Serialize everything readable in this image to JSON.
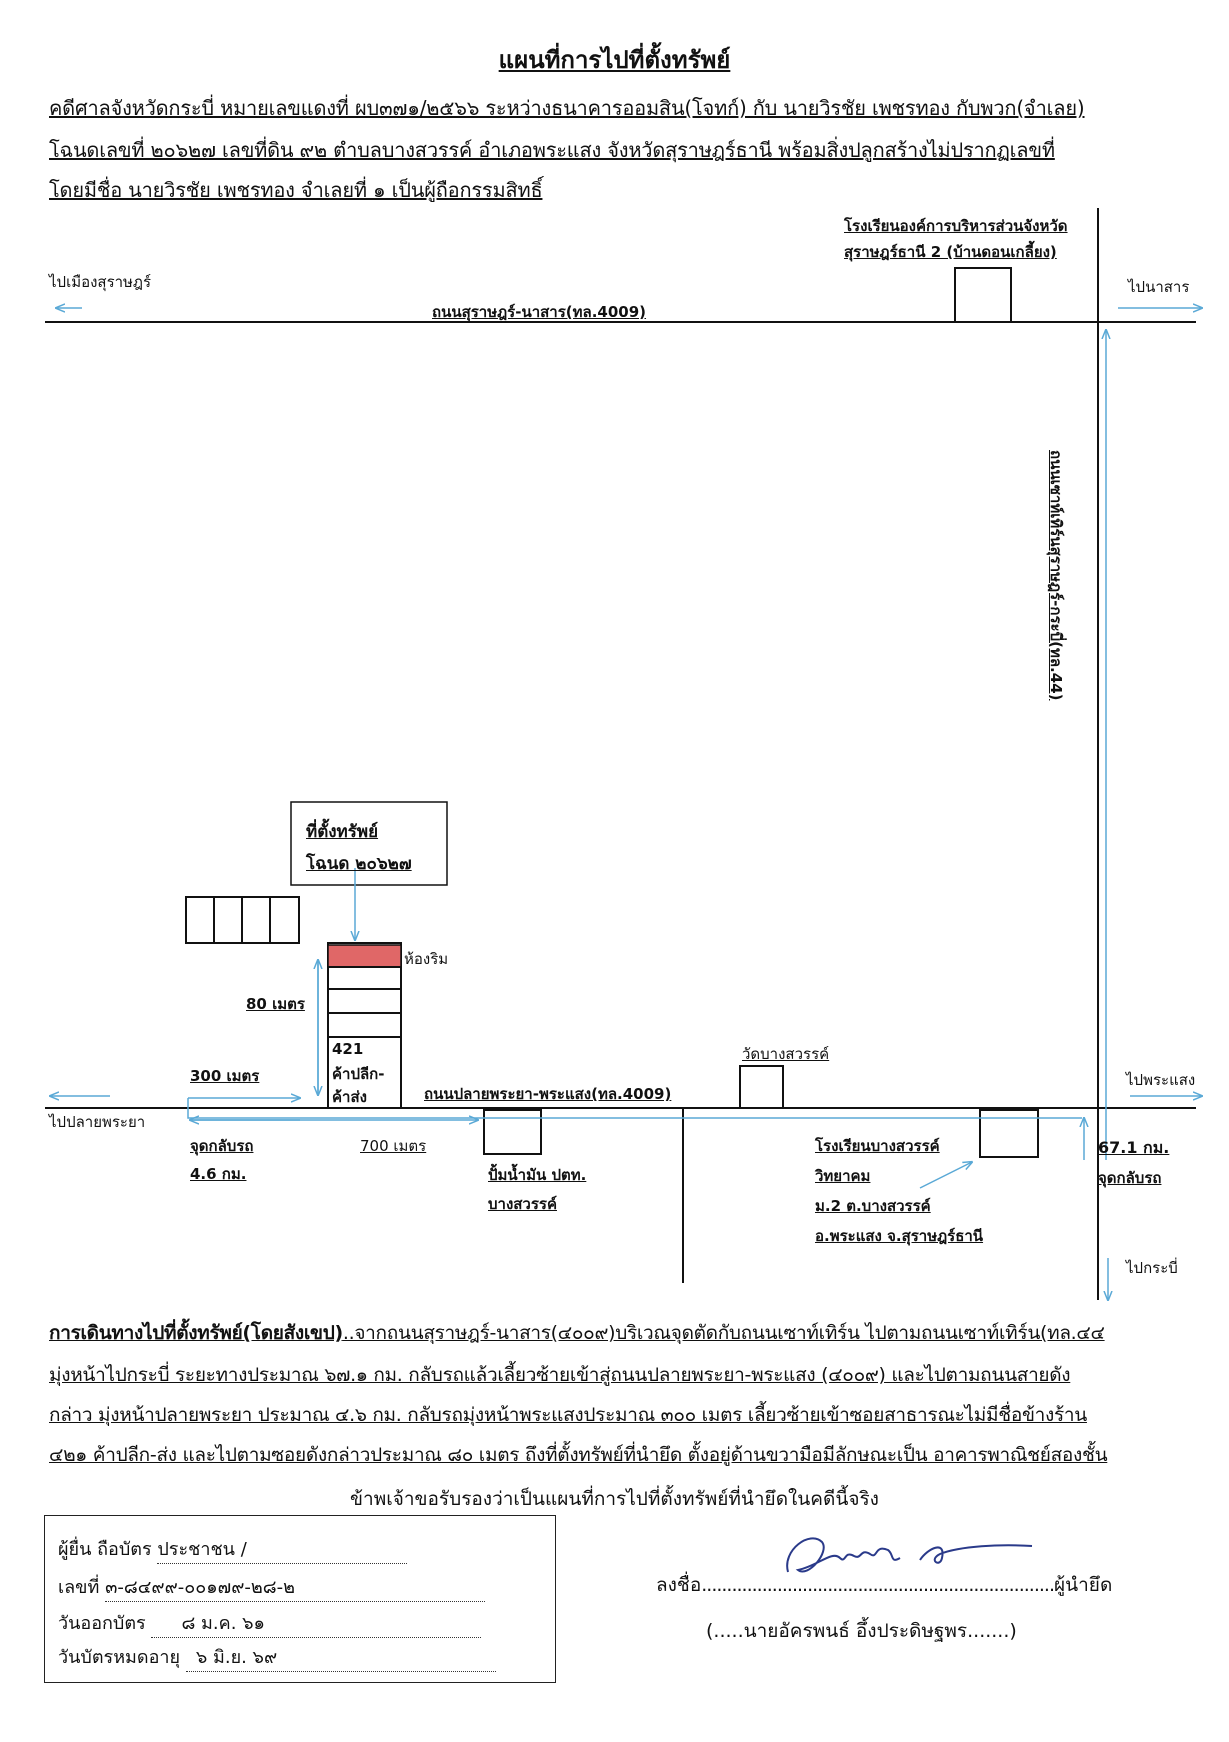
{
  "title": "แผนที่การไปที่ตั้งทรัพย์",
  "header_lines": [
    "คดีศาลจังหวัดกระบี่ หมายเลขแดงที่ ผบ๓๗๑/๒๕๖๖ ระหว่างธนาคารออมสิน(โจทก์) กับ นายวิรชัย เพชรทอง กับพวก(จำเลย)",
    "โฉนดเลขที่ ๒๐๖๒๗ เลขที่ดิน ๙๒ ตำบลบางสวรรค์ อำเภอพระแสง จังหวัดสุราษฎร์ธานี พร้อมสิ่งปลูกสร้างไม่ปรากฏเลขที่",
    "โดยมีชื่อ นายวิรชัย เพชรทอง จำเลยที่ ๑ เป็นผู้ถือกรรมสิทธิ์"
  ],
  "map": {
    "school_top": [
      "โรงเรียนองค์การบริหารส่วนจังหวัด",
      "สุราษฎร์ธานี 2 (บ้านดอนเกลี้ยง)"
    ],
    "to_surat": "ไปเมืองสุราษฎร์",
    "to_nasan": "ไปนาสาร",
    "road_top": "ถนนสุราษฎร์-นาสาร(ทล.4009)",
    "road_vertical": "ถนนเซาท์เทิร์นสุราษฎร์-กระบี่(ทล.44)",
    "property_box": [
      "ที่ตั้งทรัพย์",
      "โฉนด ๒๐๖๒๗"
    ],
    "corner_room": "ห้องริม",
    "dist_80": "80 เมตร",
    "shop_label": [
      "421",
      "ค้าปลีก-",
      "ค้าส่ง"
    ],
    "dist_300": "300 เมตร",
    "road_bottom": "ถนนปลายพระยา-พระแสง(ทล.4009)",
    "temple": "วัดบางสวรรค์",
    "to_phrasaeng": "ไปพระแสง",
    "to_plaiphraya": "ไปปลายพระยา",
    "uturn_left": [
      "จุดกลับรถ",
      "4.6 กม."
    ],
    "dist_700": "700 เมตร",
    "gas_station": [
      "ปั้มน้ำมัน ปตท.",
      "บางสวรรค์"
    ],
    "school_bottom": [
      "โรงเรียนบางสวรรค์",
      "วิทยาคม",
      "ม.2 ต.บางสวรรค์",
      "อ.พระแสง จ.สุราษฎร์ธานี"
    ],
    "uturn_right": [
      "67.1 กม.",
      "จุดกลับรถ"
    ],
    "to_krabi": "ไปกระบี่",
    "colors": {
      "route": "#5aa9d6",
      "highlight": "#e06767",
      "line": "#111111"
    }
  },
  "directions": {
    "heading": "การเดินทางไปที่ตั้งทรัพย์(โดยสังเขป)",
    "lines": [
      "..จากถนนสุราษฎร์-นาสาร(๔๐๐๙)บริเวณจุดตัดกับถนนเซาท์เทิร์น ไปตามถนนเซาท์เทิร์น(ทล.๔๔",
      "มุ่งหน้าไปกระบี่ ระยะทางประมาณ ๖๗.๑ กม. กลับรถแล้วเลี้ยวซ้ายเข้าสู่ถนนปลายพระยา-พระแสง (๔๐๐๙) และไปตามถนนสายดัง",
      "กล่าว มุ่งหน้าปลายพระยา ประมาณ ๔.๖ กม. กลับรถมุ่งหน้าพระแสงประมาณ ๓๐๐ เมตร เลี้ยวซ้ายเข้าซอยสาธารณะไม่มีชื่อข้างร้าน",
      "๔๒๑ ค้าปลีก-ส่ง และไปตามซอยดังกล่าวประมาณ ๘๐ เมตร ถึงที่ตั้งทรัพย์ที่นำยึด ตั้งอยู่ด้านขวามือมีลักษณะเป็น อาคารพาณิชย์สองชั้น"
    ]
  },
  "certification": "ข้าพเจ้าขอรับรองว่าเป็นแผนที่การไปที่ตั้งทรัพย์ที่นำยึดในคดีนี้จริง",
  "id_card": {
    "applicant_label": "ผู้ยื่น ถือบัตร",
    "applicant_value": "ประชาชน /",
    "number_label": "เลขที่",
    "number_value": "๓-๘๔๙๙-๐๐๑๗๙-๒๘-๒",
    "issue_label": "วันออกบัตร",
    "issue_value": "๘ ม.ค. ๖๑",
    "expiry_label": "วันบัตรหมดอายุ",
    "expiry_value": "๖ มิ.ย. ๖๙"
  },
  "signature": {
    "sign_prefix": "ลงชื่อ",
    "dots": "......................................................................",
    "role": "ผู้นำยึด",
    "name": "(.....นายอัครพนธ์ อึ้งประดิษฐพร.......)"
  }
}
